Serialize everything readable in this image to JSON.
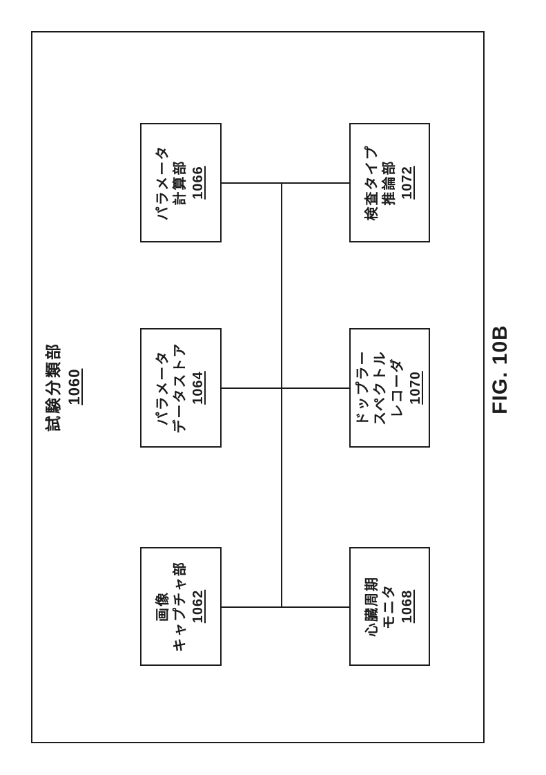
{
  "figure": {
    "fig_label": "FIG. 10B",
    "title": {
      "text": "試験分類部",
      "number": "1060"
    },
    "boxes": [
      {
        "name": "image-capture-unit",
        "line1": "画像",
        "line2": "キャプチャ部",
        "line3": "",
        "number": "1062"
      },
      {
        "name": "parameter-data-store",
        "line1": "パラメータ",
        "line2": "データストア",
        "line3": "",
        "number": "1064"
      },
      {
        "name": "parameter-calculation-unit",
        "line1": "パラメータ",
        "line2": "計算部",
        "line3": "",
        "number": "1066"
      },
      {
        "name": "cardiac-cycle-monitor",
        "line1": "心臓周期",
        "line2": "モニタ",
        "line3": "",
        "number": "1068"
      },
      {
        "name": "doppler-spectrum-recorder",
        "line1": "ドップラー",
        "line2": "スペクトル",
        "line3": "レコーダ",
        "number": "1070"
      },
      {
        "name": "exam-type-inference-unit",
        "line1": "検査タイプ",
        "line2": "推論部",
        "line3": "",
        "number": "1072"
      }
    ],
    "colors": {
      "line": "#1b1b1b",
      "background": "#ffffff"
    }
  }
}
